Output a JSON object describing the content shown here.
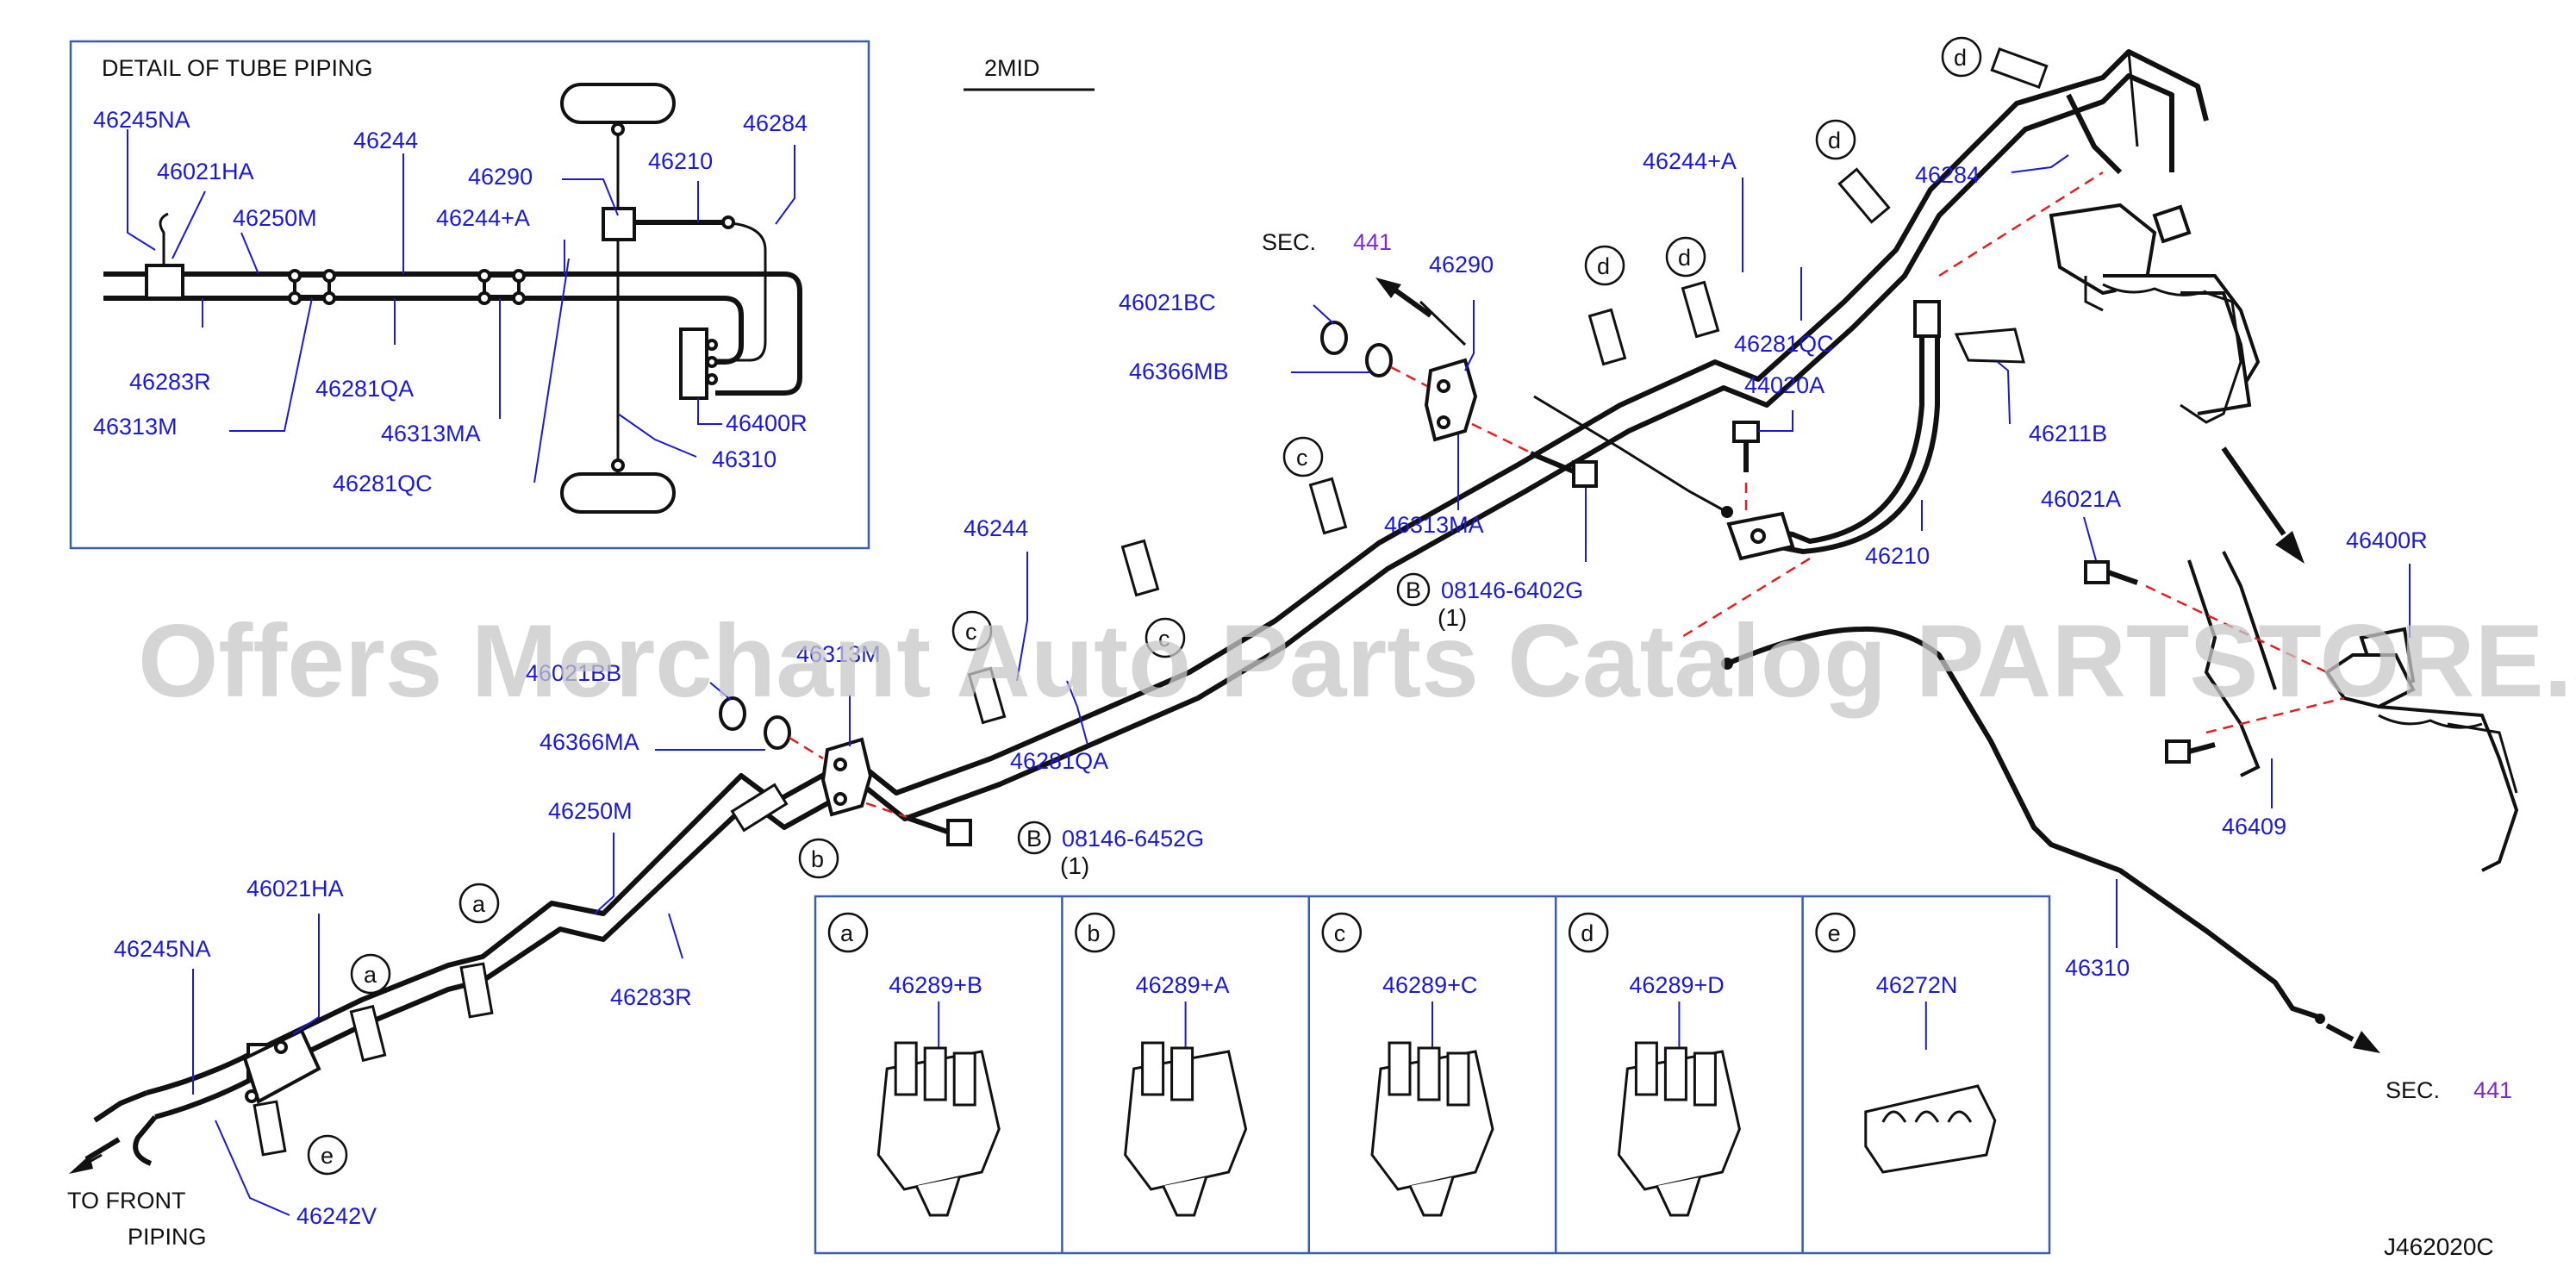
{
  "colors": {
    "callout": "#1a1ad6",
    "section": "#7a2bd6",
    "frame": "#3b5ea8",
    "dashed": "#e02020",
    "watermark": "#c8c8c8"
  },
  "detail": {
    "title": "DETAIL   OF   TUBE   PIPING",
    "labels": {
      "l46245NA": "46245NA",
      "l46021HA": "46021HA",
      "l46250M": "46250M",
      "l46244": "46244",
      "l46290": "46290",
      "l46210": "46210",
      "l46284": "46284",
      "l46244A": "46244+A",
      "l46283R": "46283R",
      "l46281QA": "46281QA",
      "l46313M": "46313M",
      "l46313MA": "46313MA",
      "l46400R": "46400R",
      "l46310": "46310",
      "l46281QC": "46281QC"
    }
  },
  "model": "2MID",
  "sec": {
    "prefix": "SEC.",
    "number": "441"
  },
  "watermark": "Offers Merchant Auto Parts Catalog PARTSTORE.SA",
  "labels": {
    "p46290": "46290",
    "p46021BC": "46021BC",
    "p46366MB": "46366MB",
    "p46313MA": "46313MA",
    "p08146_6402G": "08146-6402G",
    "qty1a": "(1)",
    "p46244": "46244",
    "p46313M": "46313M",
    "p46021BB": "46021BB",
    "p46366MA": "46366MA",
    "p46281QA": "46281QA",
    "p08146_6452G": "08146-6452G",
    "qty1b": "(1)",
    "p46250M": "46250M",
    "p46283R": "46283R",
    "p46021HA": "46021HA",
    "p46245NA": "46245NA",
    "p46242V": "46242V",
    "p46244A": "46244+A",
    "p46284": "46284",
    "p46281QC": "46281QC",
    "p44020A": "44020A",
    "p46211B": "46211B",
    "p46210": "46210",
    "p46021A": "46021A",
    "p46400R": "46400R",
    "p46409": "46409",
    "p46310": "46310"
  },
  "front_piping": {
    "line1": "TO   FRONT",
    "line2": "PIPING"
  },
  "bolt_letter": "B",
  "clip_letters": {
    "a": "a",
    "b": "b",
    "c": "c",
    "d": "d",
    "e": "e"
  },
  "clips": [
    {
      "letter": "a",
      "part": "46289+B"
    },
    {
      "letter": "b",
      "part": "46289+A"
    },
    {
      "letter": "c",
      "part": "46289+C"
    },
    {
      "letter": "d",
      "part": "46289+D"
    },
    {
      "letter": "e",
      "part": "46272N"
    }
  ],
  "diagram_code": "J462020C"
}
